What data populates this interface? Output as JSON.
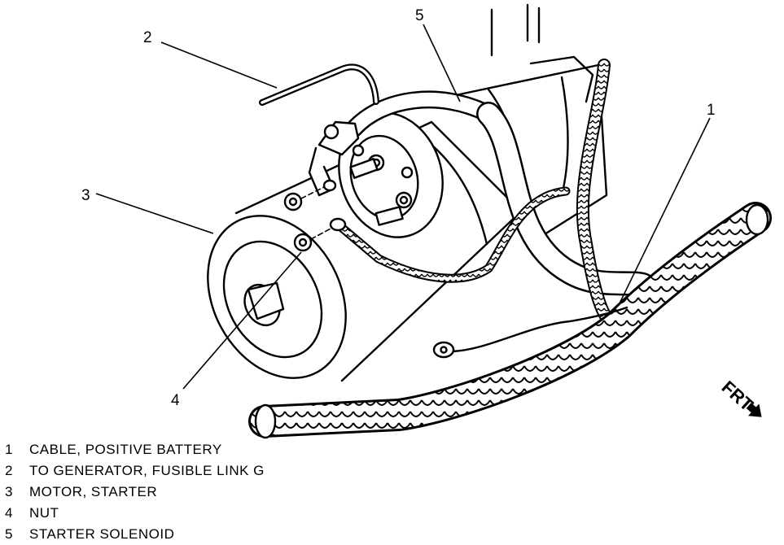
{
  "callouts": [
    {
      "number": "1"
    },
    {
      "number": "2"
    },
    {
      "number": "3"
    },
    {
      "number": "4"
    },
    {
      "number": "5"
    }
  ],
  "direction_label": "FRT",
  "legend": [
    {
      "number": "1",
      "label": "CABLE, POSITIVE BATTERY"
    },
    {
      "number": "2",
      "label": "TO GENERATOR, FUSIBLE LINK G"
    },
    {
      "number": "3",
      "label": "MOTOR, STARTER"
    },
    {
      "number": "4",
      "label": "NUT"
    },
    {
      "number": "5",
      "label": "STARTER SOLENOID"
    }
  ]
}
